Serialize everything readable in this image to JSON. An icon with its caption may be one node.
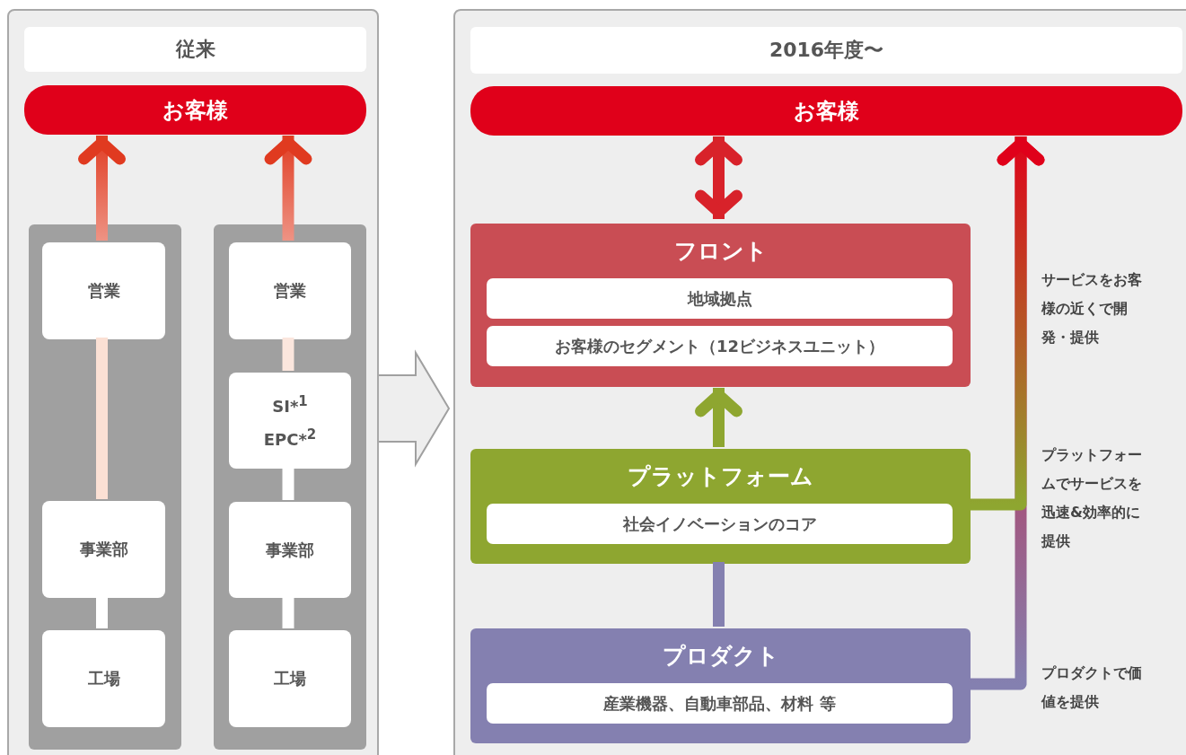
{
  "diagram": {
    "nodes": [
      {
        "text": [],
        "shape": "box"
      },
      {
        "text": [
          "従来"
        ],
        "in": 0
      },
      {
        "text": [
          "お客様"
        ],
        "in": 0
      },
      {
        "text": [],
        "shape": "bar",
        "in": 0
      },
      {
        "text": [
          "営業"
        ],
        "in": 3
      },
      {
        "text": [
          "事業部"
        ],
        "in": 3
      },
      {
        "text": [
          "工場"
        ],
        "in": 3
      },
      {
        "text": [],
        "shape": "bar",
        "in": 0
      },
      {
        "text": [
          "営業"
        ],
        "in": 7
      },
      {
        "text": [
          "SI*$^{1}$",
          "EPC*$^{2}$"
        ],
        "in": 7
      },
      {
        "text": [
          "事業部"
        ],
        "in": 7
      },
      {
        "text": [
          "工場"
        ],
        "in": 7
      },
      {
        "text": [],
        "shape": "box"
      },
      {
        "text": [
          "2016年度〜"
        ],
        "in": 12
      },
      {
        "text": [
          "お客様"
        ],
        "in": 12
      },
      {
        "text": [
          "フロント"
        ],
        "in": 12
      },
      {
        "text": [
          "地域拠点"
        ],
        "in": 15
      },
      {
        "text": [
          "お客様のセグメント（12ビジネスユニット）"
        ],
        "in": 15
      },
      {
        "text": [
          "プラットフォーム"
        ],
        "in": 12
      },
      {
        "text": [
          "社会イノベーションのコア"
        ],
        "in": 18
      },
      {
        "text": [
          "プロダクト"
        ],
        "in": 12
      },
      {
        "text": [
          "産業機器、自動車部品、材料 等"
        ],
        "in": 20
      }
    ],
    "edges": [
      {
        "from": 4,
        "to": 2,
        "arrow": "to",
        "color": "#e03a20"
      },
      {
        "from": 8,
        "to": 2,
        "arrow": "to",
        "color": "#e03a20"
      },
      {
        "from": 5,
        "to": 4,
        "arrow": "none",
        "color": "#fbe0d4"
      },
      {
        "from": 6,
        "to": 5,
        "arrow": "none",
        "color": "#ffffff"
      },
      {
        "from": 9,
        "to": 8,
        "arrow": "none",
        "color": "#fbe6dd"
      },
      {
        "from": 10,
        "to": 9,
        "arrow": "none",
        "color": "#ffffff"
      },
      {
        "from": 11,
        "to": 10,
        "arrow": "none",
        "color": "#ffffff"
      },
      {
        "from": 0,
        "to": 12,
        "arrow": "to",
        "color": "#a0a0a0"
      },
      {
        "from": 15,
        "to": 14,
        "arrow": "both",
        "color": "#d8222a"
      },
      {
        "from": 18,
        "to": 15,
        "arrow": "to",
        "color": "#8ea630"
      },
      {
        "from": 20,
        "to": 18,
        "arrow": "none",
        "color": "#8480b0"
      },
      {
        "from": 20,
        "to": 14,
        "arrow": "to",
        "color": "#e0001a"
      },
      {
        "from": 18,
        "to": 14,
        "arrow": "to",
        "color": "#e0001a"
      }
    ],
    "labels": [
      "サービスをお客様の近くで開発・提供",
      "プラットフォームでサービスを迅速&効率的に提供",
      "プロダクトで価値を提供"
    ]
  }
}
